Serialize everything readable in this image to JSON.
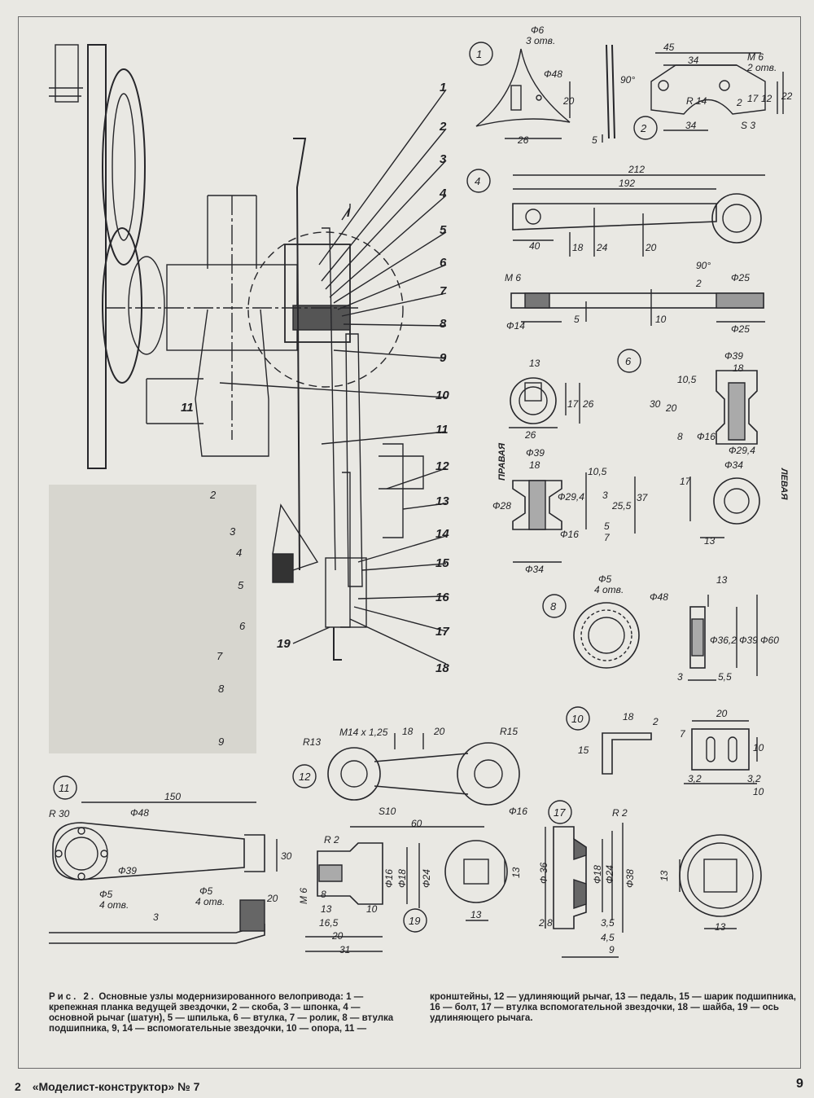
{
  "callouts": {
    "main": [
      "1",
      "2",
      "3",
      "4",
      "5",
      "6",
      "7",
      "8",
      "9",
      "10",
      "11",
      "12",
      "13",
      "14",
      "15",
      "16",
      "17",
      "18",
      "19"
    ],
    "left11": "11",
    "section_mark": "I",
    "photo": [
      "2",
      "3",
      "4",
      "5",
      "6",
      "7",
      "8",
      "9"
    ]
  },
  "details": {
    "d1": {
      "num": "1",
      "dims": [
        "Ф6",
        "3 отв.",
        "Ф48",
        "20",
        "26",
        "5",
        "90°"
      ]
    },
    "d2": {
      "num": "2",
      "dims": [
        "45",
        "34",
        "M 6",
        "2 отв.",
        "R 14",
        "34",
        "S 3",
        "2",
        "17",
        "12",
        "22"
      ]
    },
    "d4": {
      "num": "4",
      "dims": [
        "212",
        "192",
        "40",
        "18",
        "24",
        "20",
        "M 6",
        "90°",
        "Ф25",
        "Ф14",
        "5",
        "10",
        "2",
        "Ф25"
      ]
    },
    "d6": {
      "num": "6",
      "dims": [
        "13",
        "17",
        "26",
        "26",
        "Ф39",
        "18",
        "10,5",
        "30",
        "20",
        "8",
        "Ф16",
        "Ф29,4",
        "Ф34",
        "Ф39",
        "18",
        "10,5",
        "Ф29,4",
        "3",
        "25,5",
        "37",
        "Ф28",
        "Ф16",
        "5",
        "7",
        "Ф34",
        "17",
        "13"
      ],
      "right_label": "ПРАВАЯ",
      "left_label": "ЛЕВАЯ"
    },
    "d8": {
      "num": "8",
      "dims": [
        "Ф5",
        "4 отв.",
        "Ф48",
        "13",
        "Ф36,2",
        "Ф39",
        "Ф60",
        "3",
        "5,5"
      ]
    },
    "d10": {
      "num": "10",
      "dims": [
        "18",
        "2",
        "15",
        "20",
        "7",
        "10",
        "3,2",
        "3,2",
        "10"
      ]
    },
    "d11": {
      "num": "11",
      "dims": [
        "150",
        "R 30",
        "Ф48",
        "Ф39",
        "30",
        "Ф5",
        "4 отв.",
        "Ф5",
        "4 отв.",
        "20",
        "3"
      ]
    },
    "d12": {
      "num": "12",
      "dims": [
        "R13",
        "M14 x 1,25",
        "18",
        "20",
        "R15",
        "S10",
        "60",
        "Ф16"
      ]
    },
    "d17": {
      "num": "17",
      "dims": [
        "R 2",
        "Ф 36",
        "Ф18",
        "Ф24",
        "Ф38",
        "2,8",
        "3,5",
        "4,5",
        "9",
        "13",
        "13"
      ]
    },
    "d19": {
      "num": "19",
      "dims": [
        "R 2",
        "M 6",
        "8",
        "13",
        "16,5",
        "20",
        "31",
        "Ф16",
        "Ф18",
        "Ф24",
        "10",
        "13",
        "13"
      ]
    }
  },
  "caption": {
    "col1_prefix": "Рис. 2.",
    "col1_title": "Основные узлы модернизированного велопривода:",
    "col1_body": "1 — крепежная планка ведущей звездочки, 2 — скоба, 3 — шпонка, 4 — основной рычаг (шатун), 5 — шпилька, 6 — втулка, 7 — ролик, 8 — втулка подшипника, 9, 14 — вспомогательные звездочки, 10 — опора, 11 —",
    "col2_body": "кронштейны, 12 — удлиняющий рычаг, 13 — педаль, 15 — шарик подшипника, 16 — болт, 17 — втулка вспомогательной звездочки, 18 — шайба, 19 — ось удлиняющего рычага."
  },
  "footer": {
    "page_left": "2",
    "magazine": "«Моделист-конструктор»",
    "issue": "№ 7",
    "page_right": "9"
  }
}
